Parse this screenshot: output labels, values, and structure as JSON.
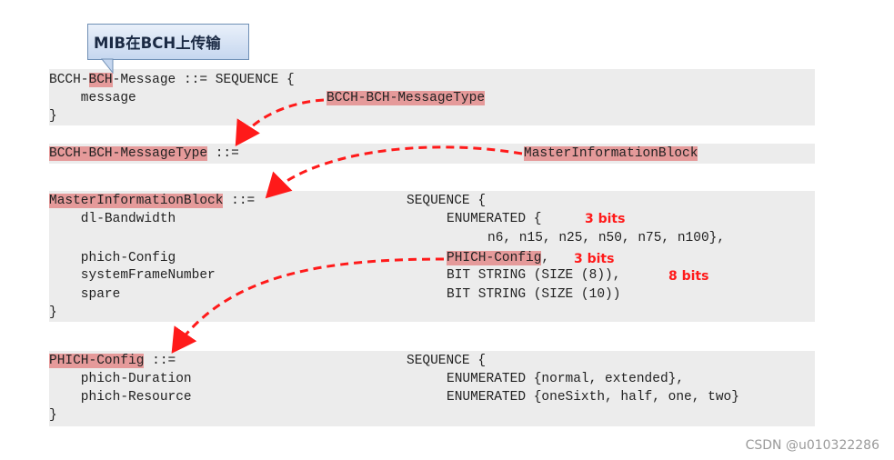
{
  "callout": {
    "text": "MIB在BCH上传输"
  },
  "block1": {
    "l1_a": "BCCH-",
    "l1_b": "BCH",
    "l1_c": "-Message ::= SEQUENCE {",
    "l2_a": "    message",
    "l2_type": "BCCH-BCH-MessageType",
    "l3": "}"
  },
  "block2": {
    "l1_name": "BCCH-BCH-MessageType",
    "l1_op": " ::=",
    "l1_type": "MasterInformationBlock"
  },
  "block3": {
    "l1_name": "MasterInformationBlock",
    "l1_op": " ::=",
    "l1_right": "SEQUENCE {",
    "l2_left": "    dl-Bandwidth",
    "l2_right": "ENUMERATED {",
    "l3_right": "n6, n15, n25, n50, n75, n100},",
    "l4_left": "    phich-Config",
    "l4_type": "PHICH-Config",
    "l4_comma": ",",
    "l5_left": "    systemFrameNumber",
    "l5_right": "BIT STRING (SIZE (8)),",
    "l6_left": "    spare",
    "l6_right": "BIT STRING (SIZE (10))",
    "l7": "}",
    "note_dl": "3 bits",
    "note_phich": "3 bits",
    "note_sfn": "8 bits"
  },
  "block4": {
    "l1_name": "PHICH-Config",
    "l1_op": " ::=",
    "l1_right": "SEQUENCE {",
    "l2_left": "    phich-Duration",
    "l2_right": "ENUMERATED {normal, extended},",
    "l3_left": "    phich-Resource",
    "l3_right": "ENUMERATED {oneSixth, half, one, two}",
    "l4": "}"
  },
  "colors": {
    "highlight": "#e59a9a",
    "arrow": "#ff1a1a",
    "note": "#ff1a1a",
    "block_bg": "#ececec"
  },
  "watermark": {
    "text": "CSDN @u010322286"
  }
}
